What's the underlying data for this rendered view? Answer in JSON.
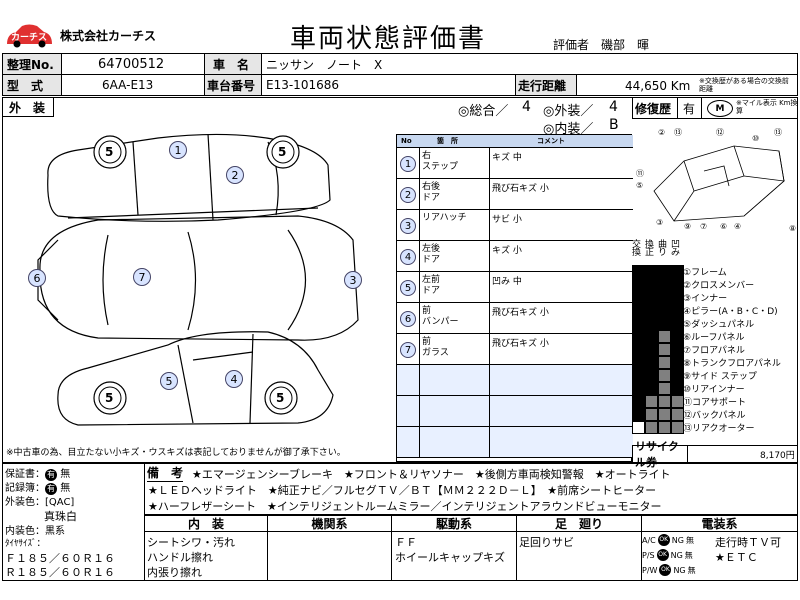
{
  "company": {
    "logo_text": "カーチス",
    "name": "株式会社カーチス"
  },
  "title": "車両状態評価書",
  "evaluator": "評価者　磯部　暉",
  "row1": {
    "label_no": "整理No.",
    "no": "64700512",
    "label_name": "車　名",
    "name": "ニッサン　ノート　X"
  },
  "row2": {
    "label_model": "型　式",
    "model": "6AA-E13",
    "label_chassis": "車台番号",
    "chassis": "E13-101686",
    "label_mileage": "走行距離",
    "mileage": "44,650 Km",
    "mileage_note": "※交換歴がある場合の交換前距離"
  },
  "exterior": {
    "label": "外　装",
    "overall_label": "◎総合／",
    "overall": "4",
    "ext_label": "◎外装／",
    "ext": "4",
    "int_label": "◎内装／",
    "int": "B",
    "note": "※中古車の為、目立たない小キズ・ウスキズは表記しておりませんが御了承下さい。"
  },
  "damage_table": {
    "headers": [
      "No",
      "箇　所",
      "コメント"
    ],
    "rows": [
      {
        "no": "1",
        "part": "右\nステップ",
        "comment": "キズ 中"
      },
      {
        "no": "2",
        "part": "右後\nドア",
        "comment": "飛び石キズ 小"
      },
      {
        "no": "3",
        "part": "リアハッチ",
        "comment": "サビ 小"
      },
      {
        "no": "4",
        "part": "左後\nドア",
        "comment": "キズ 小"
      },
      {
        "no": "5",
        "part": "左前\nドア",
        "comment": "凹み 中"
      },
      {
        "no": "6",
        "part": "前\nバンパー",
        "comment": "飛び石キズ 小"
      },
      {
        "no": "7",
        "part": "前\nガラス",
        "comment": "飛び石キズ 小"
      }
    ]
  },
  "repair": {
    "label": "修復歴",
    "value": "有",
    "note": "※マイル表示 Km換算",
    "circle": "M"
  },
  "frame_header": [
    "交",
    "換",
    "曲",
    "凹"
  ],
  "frame_header2": [
    "換",
    "正",
    "り",
    "み"
  ],
  "frame_items": [
    "①フレーム",
    "②クロスメンバー",
    "③インナー",
    "④ピラー(A・B・C・D)",
    "⑤ダッシュパネル",
    "⑥ルーフパネル",
    "⑦フロアパネル",
    "⑧トランクフロアパネル",
    "⑨サイド ステップ",
    "⑩リアインナー",
    "⑪コアサポート",
    "⑫バックパネル",
    "⑬リアクオーター"
  ],
  "recycle": {
    "label": "リサイクル券",
    "value": "8,170円"
  },
  "docs": {
    "warranty": "保証書：",
    "record": "記録簿：",
    "has": "有",
    "none": "無",
    "color_label": "外装色：",
    "color_code": "[QAC]",
    "color_name": "真珠白",
    "interior_label": "内装色：",
    "interior": "黒系",
    "tire_label": "ﾀｲﾔｻｲｽﾞ：",
    "tire_f": "Ｆ１８５／６０Ｒ１６",
    "tire_r": "Ｒ１８５／６０Ｒ１６"
  },
  "remarks": {
    "label": "備　考",
    "line1": "★エマージェンシーブレーキ　★フロント＆リヤソナー　★後側方車両検知警報　★オートライト",
    "line2": "★ＬＥＤヘッドライト　★純正ナビ／フルセグＴＶ／ＢＴ【ＭＭ２２２Ｄ－Ｌ】　★前席シートヒーター",
    "line3": "★ハーフレザーシート　★インテリジェントルームミラー／インテリジェントアラウンドビューモニター"
  },
  "sections": {
    "interior": {
      "label": "内　装",
      "items": [
        "シートシワ・汚れ",
        "ハンドル擦れ",
        "内張り擦れ"
      ]
    },
    "engine": {
      "label": "機関系",
      "items": []
    },
    "drive": {
      "label": "駆動系",
      "items": [
        "ＦＦ",
        "ホイールキャップキズ"
      ]
    },
    "suspension": {
      "label": "足　廻り",
      "items": [
        "足回りサビ"
      ]
    },
    "electrical": {
      "label": "電装系",
      "rows": [
        {
          "name": "A/C",
          "ok": "OK",
          "ng": "NG",
          "none": "無"
        },
        {
          "name": "P/S",
          "ok": "OK",
          "ng": "NG",
          "none": "無"
        },
        {
          "name": "P/W",
          "ok": "OK",
          "ng": "NG",
          "none": "無"
        }
      ],
      "extras": [
        "走行時ＴＶ可",
        "★ＥＴＣ"
      ]
    }
  }
}
